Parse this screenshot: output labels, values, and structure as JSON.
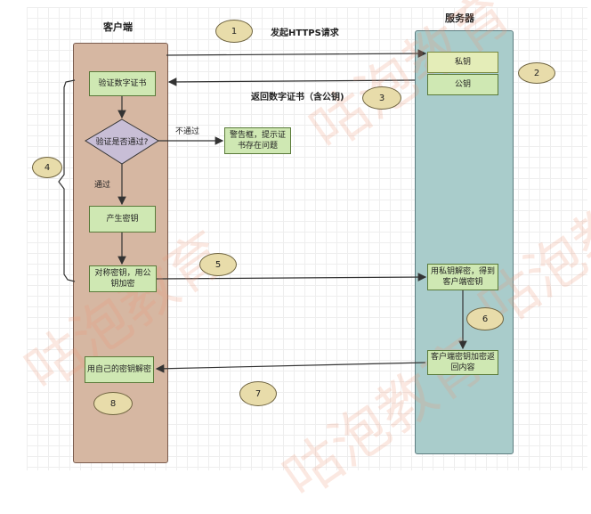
{
  "lanes": {
    "client": "客户端",
    "server": "服务器"
  },
  "steps": [
    "1",
    "2",
    "3",
    "4",
    "5",
    "6",
    "7",
    "8"
  ],
  "messages": {
    "request": "发起HTTPS请求",
    "return_cert": "返回数字证书（含公钥)"
  },
  "server_keys": {
    "private": "私钥",
    "public": "公钥"
  },
  "client_nodes": {
    "verify": "验证数字证书",
    "decision": "验证是否通过?",
    "gen_key": "产生密钥",
    "encrypt": "对称密钥，用公钥加密",
    "decrypt": "用自己的密钥解密"
  },
  "branches": {
    "fail": "不通过",
    "pass": "通过"
  },
  "warning": "警告框，提示证书存在问题",
  "server_nodes": {
    "decrypt_key": "用私钥解密，得到客户端密钥",
    "encrypt_return": "客户端密钥加密返回内容"
  },
  "watermark": "咕泡教育",
  "colors": {
    "client_lane": "#d6b7a2",
    "server_lane": "#a9cccb",
    "process_box": "#cfe8b3",
    "step_circle": "#e8dcaa",
    "decision": "#c8bed6"
  }
}
